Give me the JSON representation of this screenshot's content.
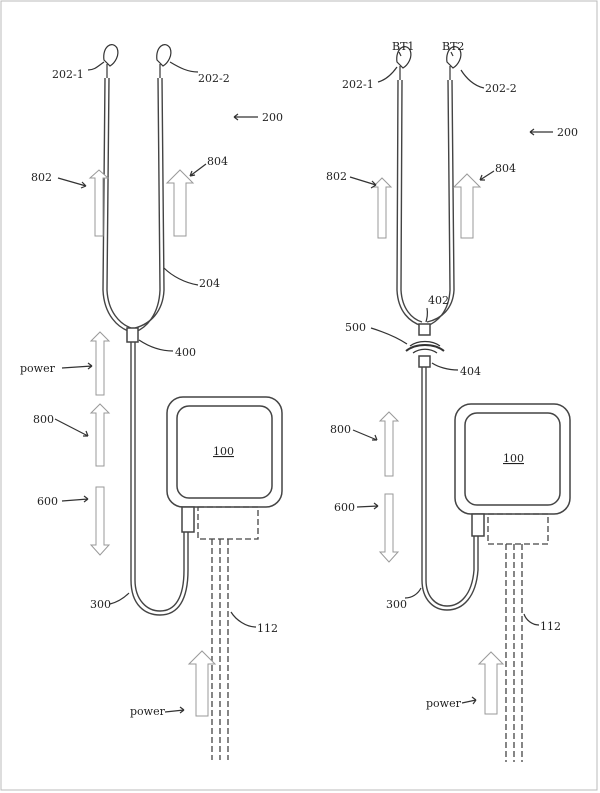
{
  "left": {
    "labels": {
      "earbud_left": "202-1",
      "earbud_right": "202-2",
      "assembly": "200",
      "arrow_left_top": "802",
      "arrow_right_top": "804",
      "cord_upper": "204",
      "junction": "400",
      "power_cord": "power",
      "arrow_mid": "800",
      "arrow_down": "600",
      "device": "100",
      "cord_lower": "300",
      "cable": "112",
      "power_cable": "power"
    }
  },
  "right": {
    "labels": {
      "bt_left": "BT1",
      "bt_right": "BT2",
      "earbud_left": "202-1",
      "earbud_right": "202-2",
      "assembly": "200",
      "arrow_left_top": "802",
      "arrow_right_top": "804",
      "connector_top": "402",
      "wireless": "500",
      "connector_bottom": "404",
      "arrow_mid": "800",
      "arrow_down": "600",
      "device": "100",
      "cord_lower": "300",
      "cable": "112",
      "power_cable": "power"
    }
  },
  "icons": {
    "earbud": "earbud-icon",
    "arrow_up": "hollow-arrow-up-icon",
    "arrow_down": "hollow-arrow-down-icon",
    "wireless": "wireless-arc-icon"
  }
}
